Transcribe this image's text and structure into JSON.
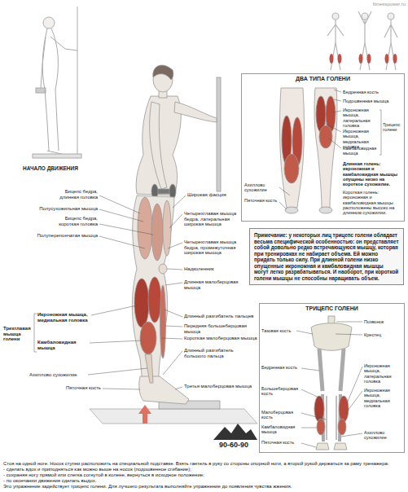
{
  "diagram": {
    "nodes": [
      {
        "text": [
          "ДВА ТИПА ГОЛЕНИ"
        ]
      },
      {
        "text": [
          "Примечание: у некоторых лиц трицепс голени обладает весьма специфической особенностью: он представляет собой довольно редко встречающуюся мышцу, которая при тренировках не набирает объема. Ей можно придать только силу. При длинной голени низко опущенные икроножная и камбаловидная мышцы могут легко разрабатываться. И наоборот, при короткой голени мышцы не способны наращивать объем."
        ]
      },
      {
        "text": [
          "ТРИЦЕПС ГОЛЕНИ"
        ]
      }
    ],
    "labels": [
      "fitnesspower.ru",
      "НАЧАЛО ДВИЖЕНИЯ",
      "Бицепс бедра, длинная головка",
      "Полусухожильная мышца",
      "Бицепс бедра, короткая головка",
      "Полуперепончатая мышца",
      "Икроножная мышца, медиальная головка",
      "Трехглавая мышца голени",
      "Камбаловидная мышца",
      "Ахиллово сухожилие",
      "Пяточная кость",
      "Широкая фасция",
      "Четырехглавая мышца бедра, латеральная широкая мышца",
      "Четырехглавая мышца бедра, промежуточная широкая мышца",
      "Надколенник",
      "Длинная малоберцовая мышца",
      "Длинный разгибатель пальцев",
      "Передняя большеберцовая мышца",
      "Короткая малоберцовая мышца",
      "Длинный разгибатель большого пальца",
      "Третья малоберцовая мышца",
      "Бедренная кость",
      "Подошвенная мышца",
      "Икроножная мышца, латеральная головка",
      "Трицепс голени",
      "Икроножная мышца, медиальная головка",
      "Камбаловидная мышца",
      "Длинная голень: икроножная и камбаловидная мышцы опущены низко на короткое сухожилие.",
      "Ахиллово сухожилие",
      "Пяточная кость",
      "Короткая голень: икроножная и камбаловидная мышцы расположены высоко на длинном сухожилии.",
      "Позвонок",
      "Тазовая кость",
      "Крестец",
      "Бедренная кость",
      "Икроножная мышца, латеральная головка",
      "Большеберцовая кость",
      "Икроножная мышца, медиальная головка",
      "Малоберцовая кость",
      "Камбаловидная мышца",
      "Пяточная кость",
      "Ахиллово сухожилие",
      "90-60-90",
      "Стоя на одной ноге. Носок ступни расположить на специальной подставке. Взять гантель в руку со стороны опорной ноги, а второй рукой держаться за раму тренажера:",
      "- сделать вдох и приподняться как можно выше на носок (подошвенное сгибание);",
      "- сохраняя ногу прямой или слегка согнутой в колене, вернуться в исходное положение;",
      "- по окончании движения сделать выдох.",
      "Это упражнение задействует трицепс голени. Для лучшего результата выполняйте упражнение до появления чувства жжения."
    ]
  }
}
